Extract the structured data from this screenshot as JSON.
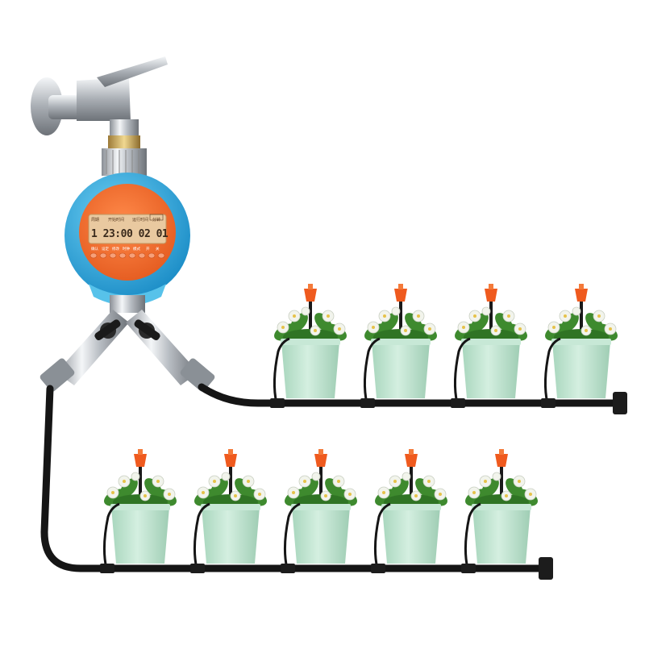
{
  "timer": {
    "lcd_top_left": "周期",
    "lcd_top_mid1": "开始时间",
    "lcd_top_mid2": "运行时间",
    "lcd_top_right": "分钟",
    "lcd_tag": "开关",
    "lcd_digits": "1 23:00 02 01",
    "button_labels": [
      "确认",
      "设定",
      "修改",
      "时钟",
      "模式",
      "开",
      "关"
    ],
    "body_color": "#1e9fd8",
    "face_color": "#f26b2c",
    "lcd_color": "#e9c9a0"
  },
  "scene": {
    "pot_color": "#bfe3cf",
    "leaf_color": "#3e8a2e",
    "flower_color": "#f2f4ec",
    "dripper_color": "#ef5a1e",
    "hose_color": "#151515",
    "top_row_pots": 4,
    "bottom_row_pots": 5
  }
}
